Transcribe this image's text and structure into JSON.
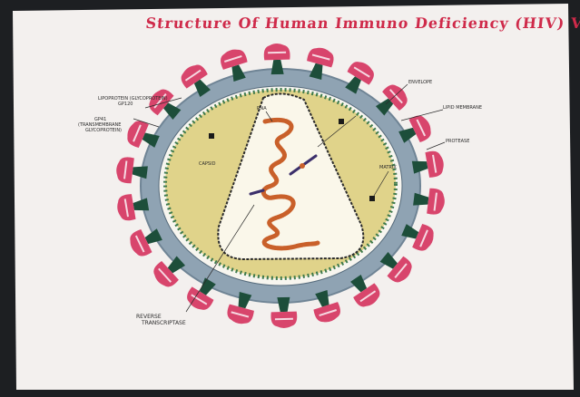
{
  "title": "Structure Of Human Immuno Deficiency (HIV) Virus",
  "colors": {
    "paper": "#f3f0ee",
    "envelope_blue": "#8fa3b3",
    "capsid_yellow": "#e0d38a",
    "matrix_green": "#3e7a4c",
    "spike_green": "#1d4e3a",
    "spike_pink": "#d8456c",
    "rna_orange": "#c9602a",
    "title_red": "#cf2a4a"
  },
  "labels": {
    "glycoprotein_gp120_line1": "Lipoprotein (Glycoprotein)",
    "glycoprotein_gp120_line2": "gp120",
    "gp41_line1": "gp41",
    "gp41_line2": "(Transmembrane",
    "gp41_line3": "Glycoprotein)",
    "envelope": "Envelope",
    "lipid_membrane": "Lipid Membrane",
    "protease": "Protease",
    "rna": "RNA",
    "capsid": "Capsid",
    "matrix": "Matrix",
    "reverse_transcriptase_line1": "Reverse",
    "reverse_transcriptase_line2": "Transcriptase"
  }
}
